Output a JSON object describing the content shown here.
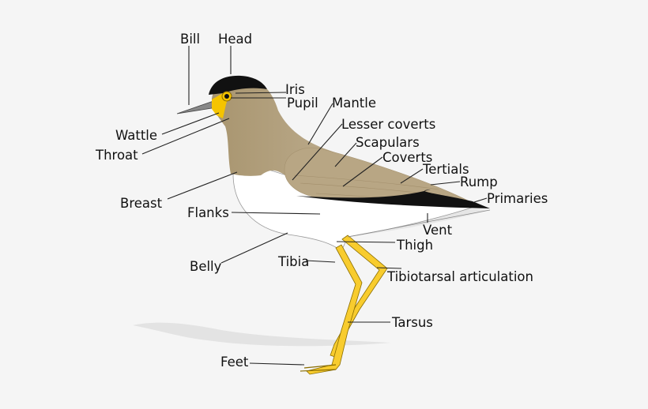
{
  "colors": {
    "background": "#f5f5f5",
    "plumage_brown": "#b5a385",
    "cap_black": "#111111",
    "wattle_yellow": "#f5c400",
    "legs_yellow": "#f8cc2e",
    "belly_white": "#ffffff",
    "shadow": "#e2e2e2"
  },
  "labels": {
    "bill": "Bill",
    "head": "Head",
    "iris": "Iris",
    "pupil": "Pupil",
    "mantle": "Mantle",
    "lesser_coverts": "Lesser coverts",
    "scapulars": "Scapulars",
    "coverts": "Coverts",
    "tertials": "Tertials",
    "rump": "Rump",
    "primaries": "Primaries",
    "wattle": "Wattle",
    "throat": "Throat",
    "breast": "Breast",
    "flanks": "Flanks",
    "vent": "Vent",
    "thigh": "Thigh",
    "belly": "Belly",
    "tibia": "Tibia",
    "tibiotarsal_articulation": "Tibiotarsal articulation",
    "tarsus": "Tarsus",
    "feet": "Feet"
  }
}
